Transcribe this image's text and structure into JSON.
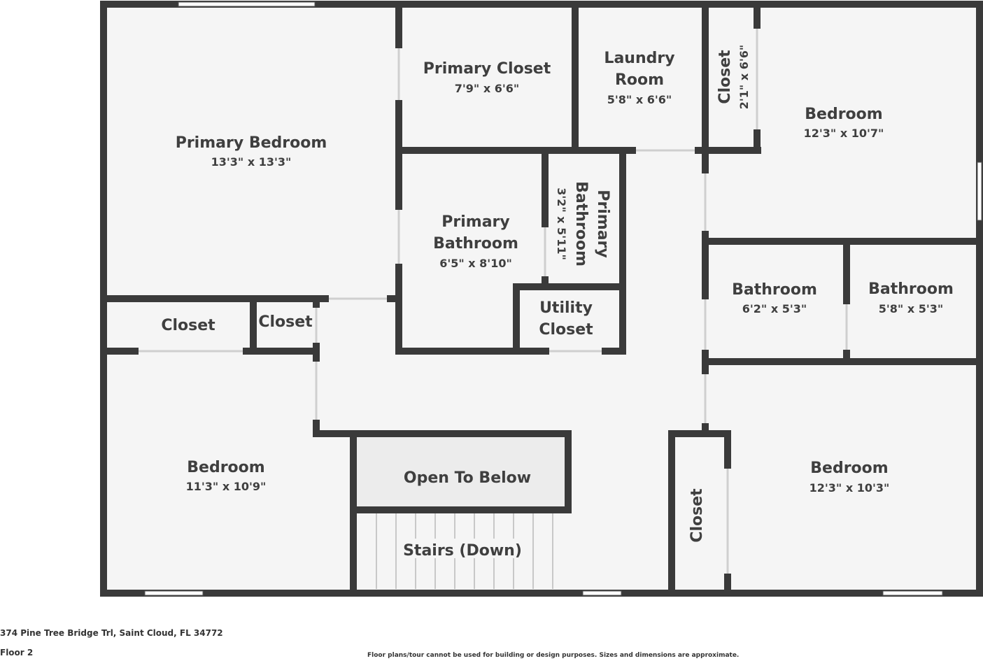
{
  "rooms": {
    "primary_bedroom": {
      "name": "Primary Bedroom",
      "dims": "13'3\" x 13'3\""
    },
    "primary_closet": {
      "name": "Primary Closet",
      "dims": "7'9\" x 6'6\""
    },
    "laundry_room": {
      "name_line1": "Laundry",
      "name_line2": "Room",
      "dims": "5'8\" x 6'6\""
    },
    "closet_small_top": {
      "name": "Closet",
      "dims": "2'1\" x 6'6\""
    },
    "bedroom_top_right": {
      "name": "Bedroom",
      "dims": "12'3\" x 10'7\""
    },
    "primary_bathroom_1": {
      "name_line1": "Primary",
      "name_line2": "Bathroom",
      "dims": "6'5\" x 8'10\""
    },
    "primary_bathroom_2": {
      "name_line1": "Primary",
      "name_line2": "Bathroom",
      "dims": "3'2\" x 5'11\""
    },
    "utility_closet": {
      "name_line1": "Utility",
      "name_line2": "Closet"
    },
    "closet_left_a": {
      "name": "Closet"
    },
    "closet_left_b": {
      "name": "Closet"
    },
    "bathroom_a": {
      "name": "Bathroom",
      "dims": "6'2\" x 5'3\""
    },
    "bathroom_b": {
      "name": "Bathroom",
      "dims": "5'8\" x 5'3\""
    },
    "bedroom_bottom_left": {
      "name": "Bedroom",
      "dims": "11'3\" x 10'9\""
    },
    "open_to_below": {
      "name": "Open To Below"
    },
    "stairs": {
      "name": "Stairs (Down)"
    },
    "closet_bottom_right": {
      "name": "Closet"
    },
    "bedroom_bottom_right": {
      "name": "Bedroom",
      "dims": "12'3\" x 10'3\""
    }
  },
  "footer": {
    "address": "374 Pine Tree Bridge Trl, Saint Cloud, FL 34772",
    "floor": "Floor 2",
    "disclaimer": "Floor plans/tour cannot be used for building or design purposes. Sizes and dimensions are approximate."
  },
  "colors": {
    "wall": "#3a3a3a",
    "floor": "#f5f5f5",
    "open_area": "#ececec",
    "text": "#3f3f3f"
  }
}
